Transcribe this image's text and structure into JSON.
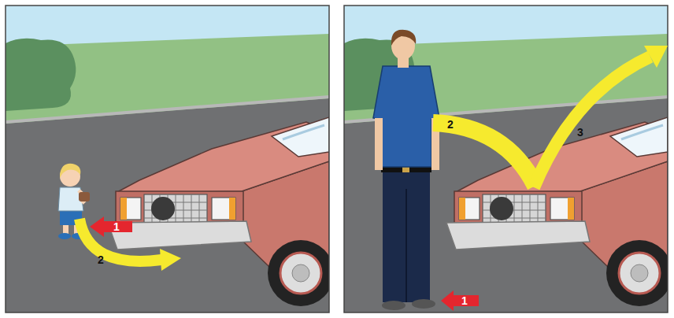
{
  "diagram": {
    "labels": [
      "1",
      "2",
      "2",
      "3",
      "1"
    ]
  }
}
